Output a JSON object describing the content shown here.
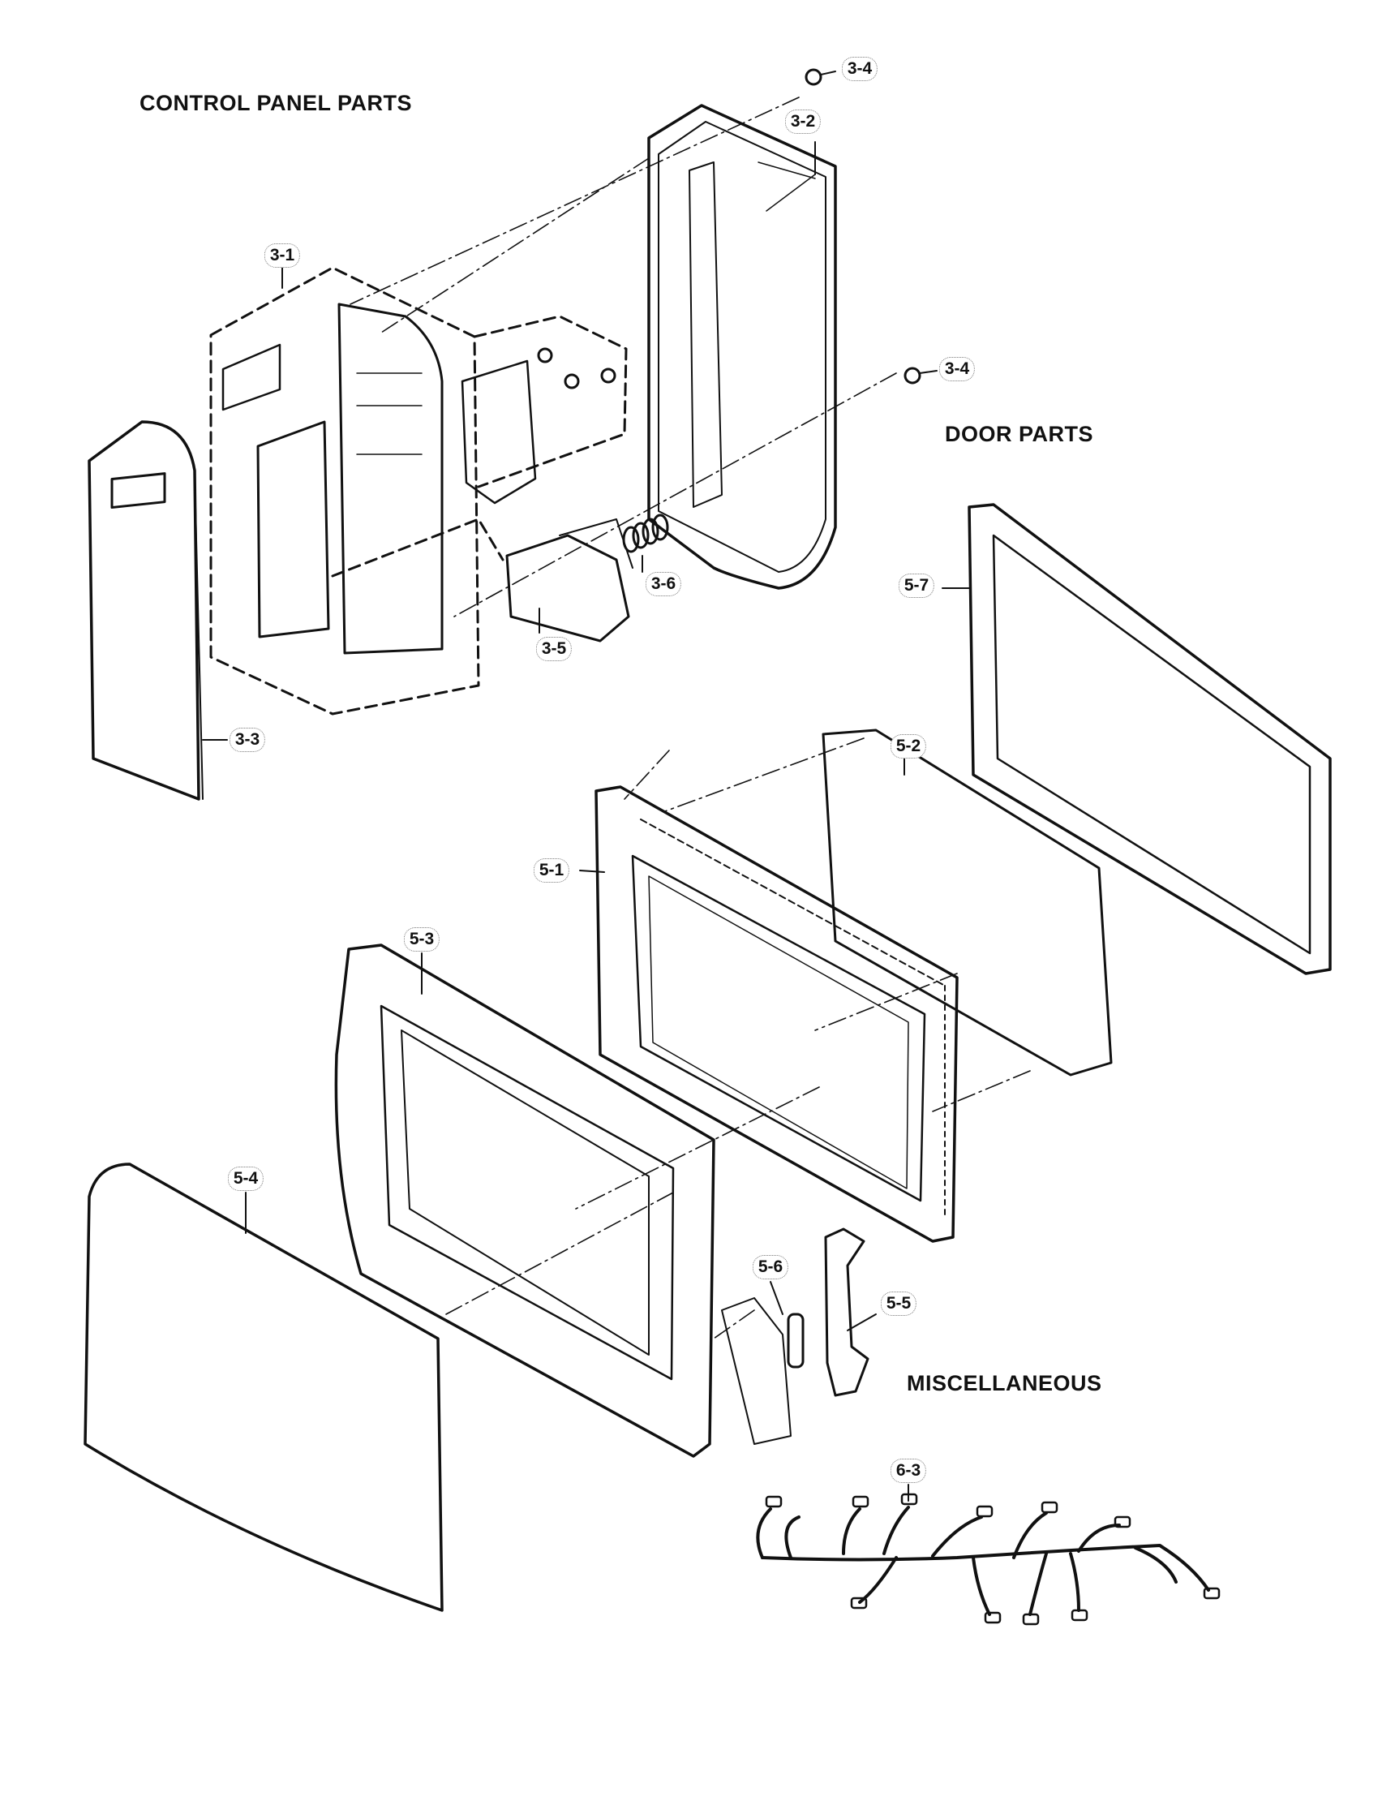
{
  "sections": {
    "control_panel": "CONTROL PANEL PARTS",
    "door": "DOOR PARTS",
    "misc": "MISCELLANEOUS"
  },
  "callouts": {
    "c3_1": "3-1",
    "c3_2": "3-2",
    "c3_3": "3-3",
    "c3_4_top": "3-4",
    "c3_4_mid": "3-4",
    "c3_5": "3-5",
    "c3_6": "3-6",
    "c5_1": "5-1",
    "c5_2": "5-2",
    "c5_3": "5-3",
    "c5_4": "5-4",
    "c5_5": "5-5",
    "c5_6": "5-6",
    "c5_7": "5-7",
    "c6_3": "6-3"
  }
}
